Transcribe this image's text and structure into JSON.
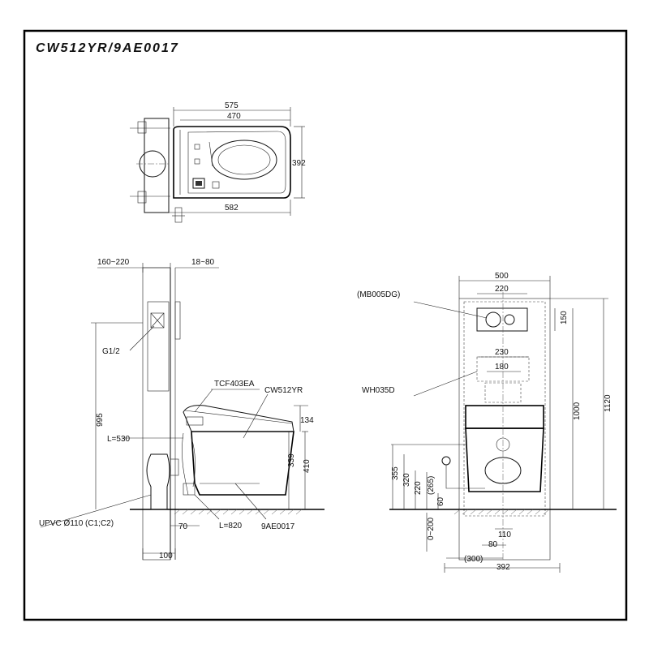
{
  "title": "CW512YR/9AE0017",
  "top_view": {
    "dims": [
      "575",
      "470",
      "392",
      "582"
    ]
  },
  "side_view": {
    "dims": [
      "160~220",
      "18~80",
      "G1/2",
      "995",
      "L=530",
      "134",
      "339",
      "410",
      "70",
      "L=820",
      "100"
    ],
    "labels": {
      "seat": "TCF403EA",
      "bowl": "CW512YR",
      "pan": "9AE0017",
      "pipe": "UPVC Ø110 (C1;C2)"
    }
  },
  "front_view": {
    "dims": [
      "500",
      "220",
      "150",
      "230",
      "180",
      "1000",
      "1120",
      "355",
      "320",
      "220",
      "(265)",
      "60",
      "0~200",
      "110",
      "80",
      "(300)",
      "392"
    ],
    "labels": {
      "plate": "(MB005DG)",
      "frame": "WH035D"
    }
  }
}
